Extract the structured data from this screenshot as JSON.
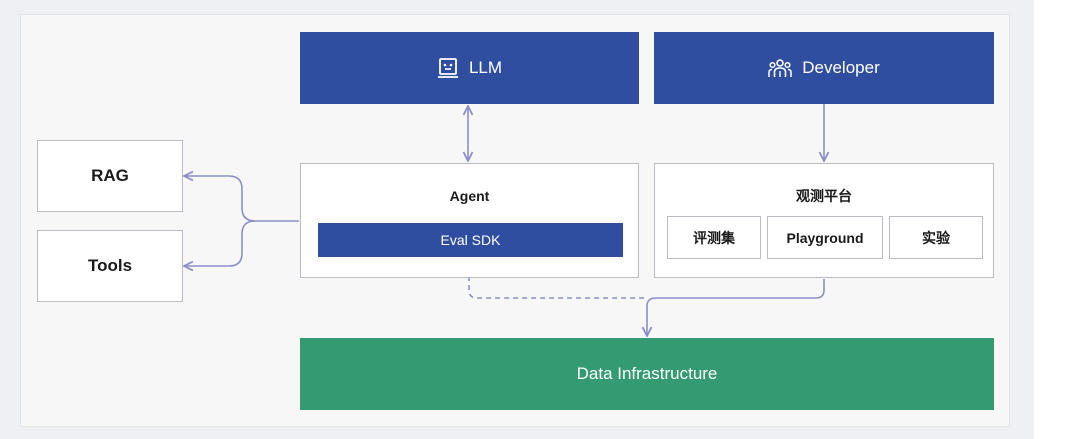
{
  "diagram": {
    "llm": {
      "label": "LLM",
      "icon": "robot-face-icon"
    },
    "developer": {
      "label": "Developer",
      "icon": "people-group-icon"
    },
    "agent": {
      "title": "Agent",
      "sdk_label": "Eval SDK"
    },
    "platform": {
      "title": "观测平台",
      "items": [
        "评测集",
        "Playground",
        "实验"
      ]
    },
    "rag": {
      "label": "RAG"
    },
    "tools": {
      "label": "Tools"
    },
    "data_infra": {
      "label": "Data Infrastructure"
    },
    "colors": {
      "blue": "#2f4ea0",
      "green": "#339a71",
      "connector": "#8b8fc8"
    }
  }
}
